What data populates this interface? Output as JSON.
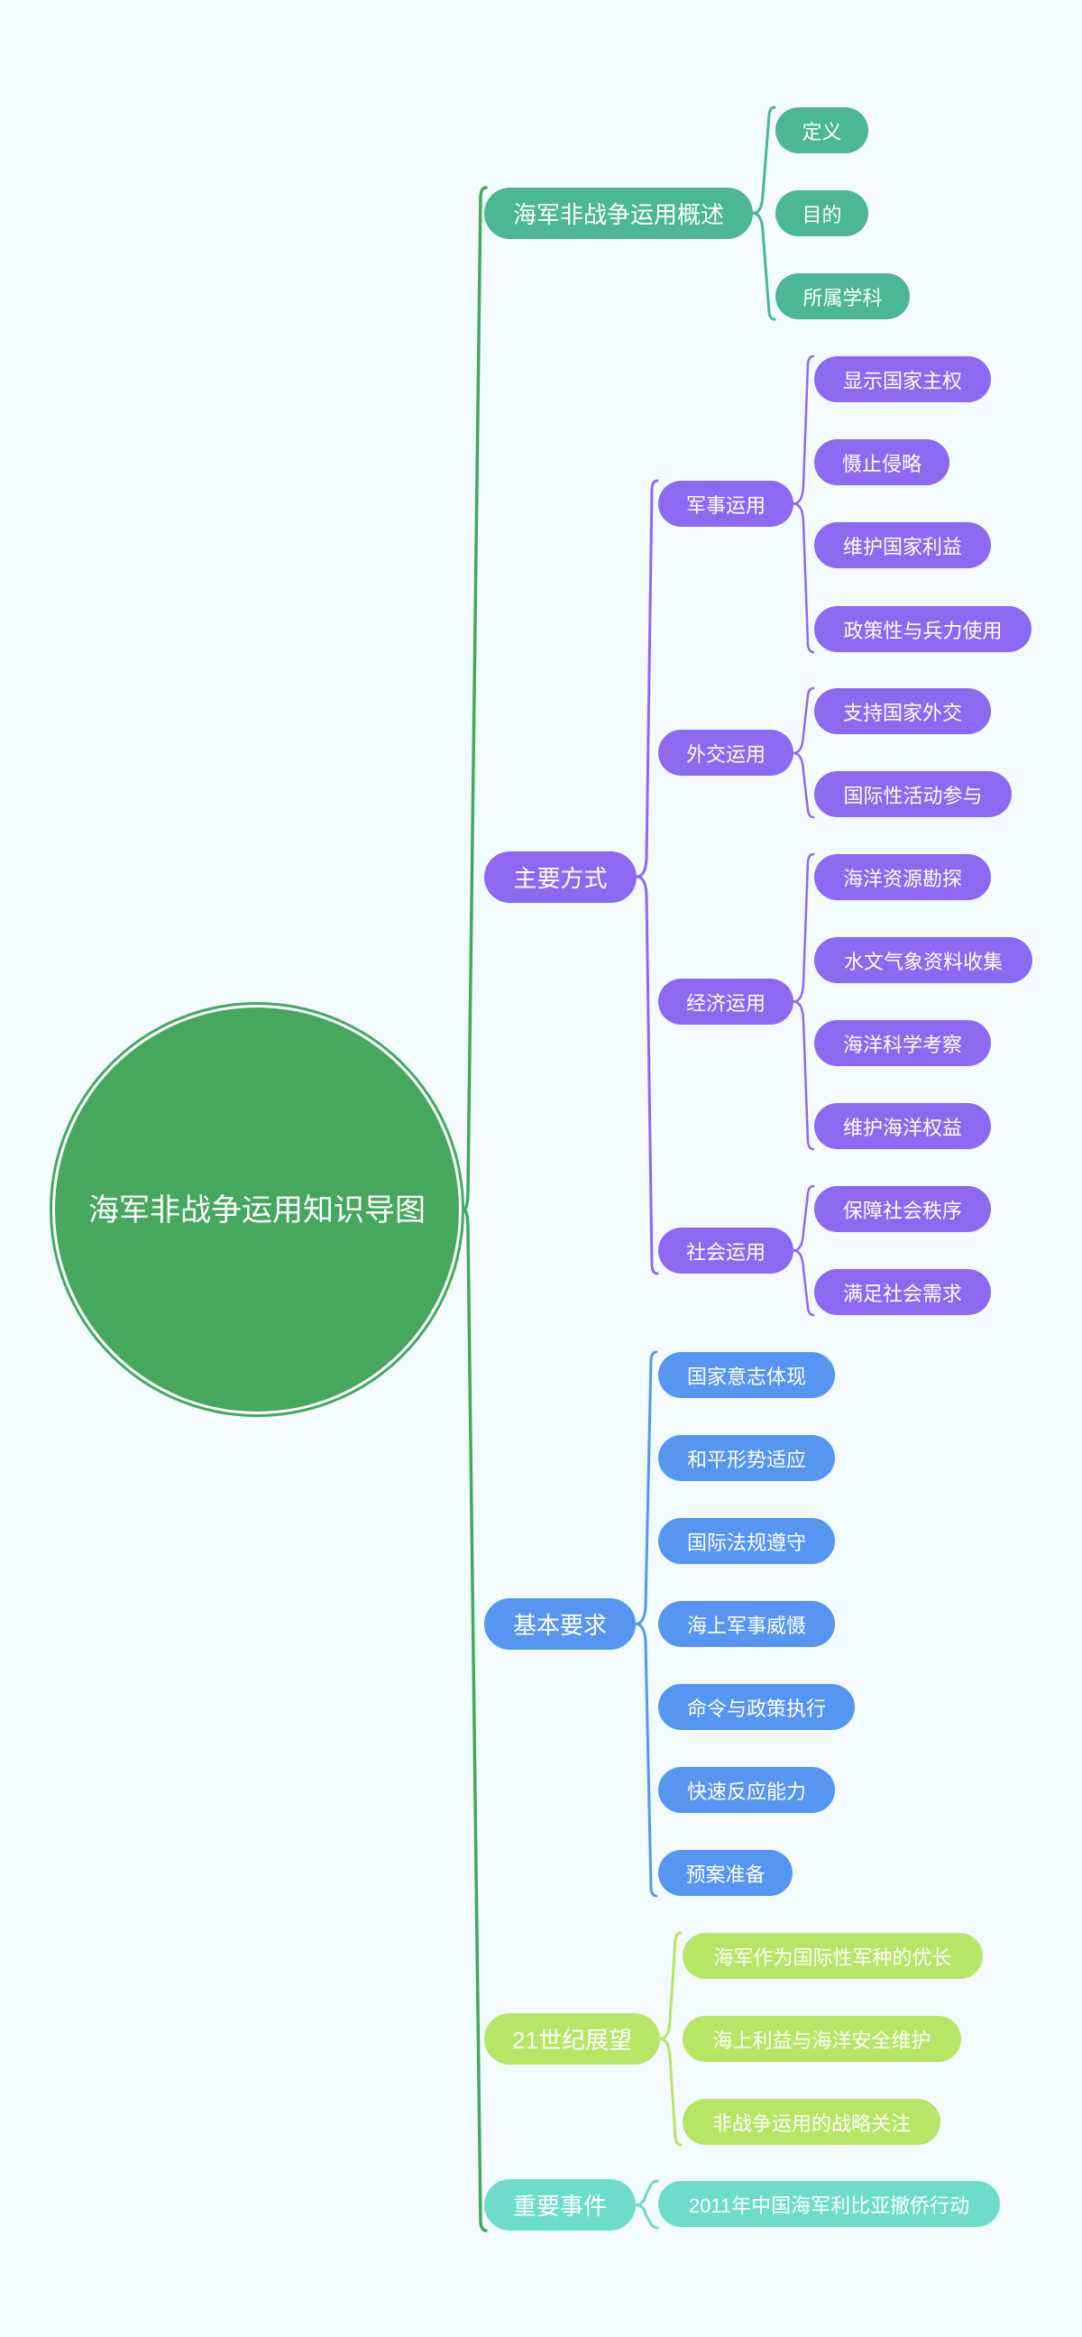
{
  "root": {
    "label": "海军非战争运用知识导图",
    "color": "#45a85d"
  },
  "branches": [
    {
      "label": "海军非战争运用概述",
      "color": "#4bb794",
      "children": [
        {
          "label": "定义"
        },
        {
          "label": "目的"
        },
        {
          "label": "所属学科"
        }
      ]
    },
    {
      "label": "主要方式",
      "color": "#8d69f1",
      "children": [
        {
          "label": "军事运用",
          "children": [
            {
              "label": "显示国家主权"
            },
            {
              "label": "慑止侵略"
            },
            {
              "label": "维护国家利益"
            },
            {
              "label": "政策性与兵力使用"
            }
          ]
        },
        {
          "label": "外交运用",
          "children": [
            {
              "label": "支持国家外交"
            },
            {
              "label": "国际性活动参与"
            }
          ]
        },
        {
          "label": "经济运用",
          "children": [
            {
              "label": "海洋资源勘探"
            },
            {
              "label": "水文气象资料收集"
            },
            {
              "label": "海洋科学考察"
            },
            {
              "label": "维护海洋权益"
            }
          ]
        },
        {
          "label": "社会运用",
          "children": [
            {
              "label": "保障社会秩序"
            },
            {
              "label": "满足社会需求"
            }
          ]
        }
      ]
    },
    {
      "label": "基本要求",
      "color": "#5796f0",
      "children": [
        {
          "label": "国家意志体现"
        },
        {
          "label": "和平形势适应"
        },
        {
          "label": "国际法规遵守"
        },
        {
          "label": "海上军事威慑"
        },
        {
          "label": "命令与政策执行"
        },
        {
          "label": "快速反应能力"
        },
        {
          "label": "预案准备"
        }
      ]
    },
    {
      "label": "21世纪展望",
      "color": "#b7e566",
      "children": [
        {
          "label": "海军作为国际性军种的优长"
        },
        {
          "label": "海上利益与海洋安全维护"
        },
        {
          "label": "非战争运用的战略关注"
        }
      ]
    },
    {
      "label": "重要事件",
      "color": "#6ddccb",
      "children": [
        {
          "label": "2011年中国海军利比亚撤侨行动"
        }
      ]
    }
  ]
}
